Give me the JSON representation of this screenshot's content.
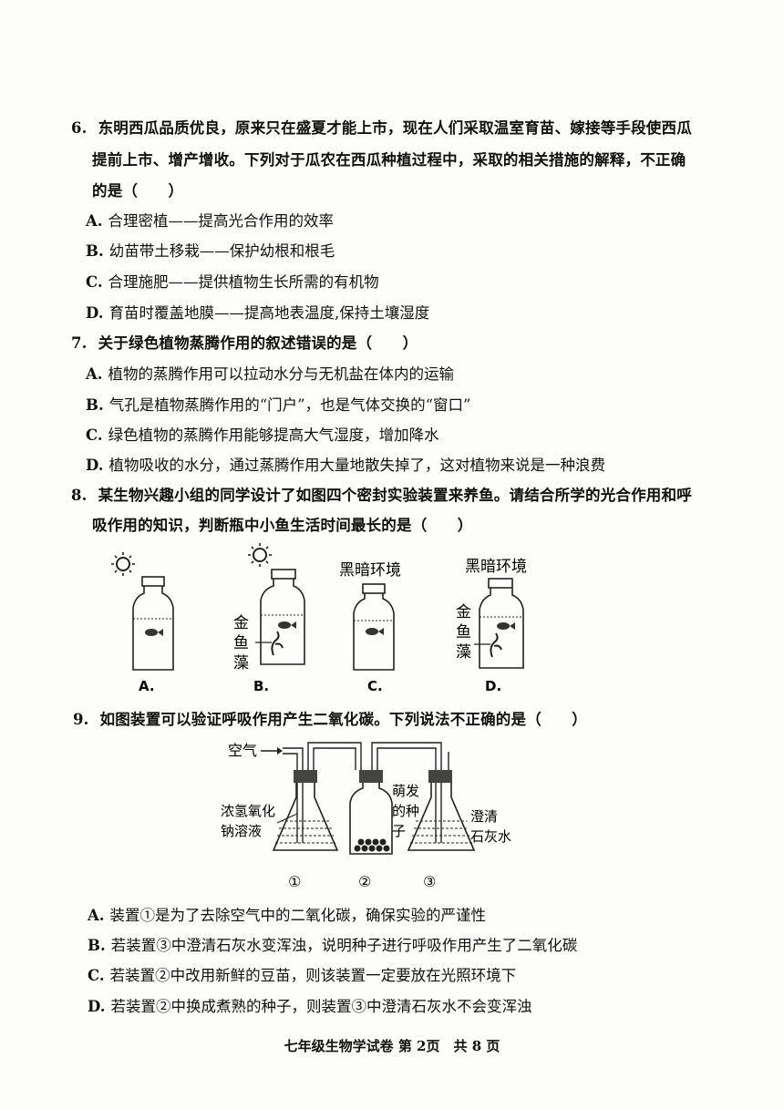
{
  "questions": [
    {
      "number": "6.",
      "lines": [
        "东明西瓜品质优良，原来只在盛夏才能上市，现在人们采取温室育苗、嫁接等手段使西瓜",
        "提前上市、增产增收。下列对于瓜农在西瓜种植过程中，采取的相关措施的解释，不正确",
        "的是（　　）"
      ],
      "options": [
        {
          "letter": "A.",
          "text": "合理密植——提高光合作用的效率"
        },
        {
          "letter": "B.",
          "text": "幼苗带土移栽——保护幼根和根毛"
        },
        {
          "letter": "C.",
          "text": "合理施肥——提供植物生长所需的有机物"
        },
        {
          "letter": "D.",
          "text": "育苗时覆盖地膜——提高地表温度,保持土壤湿度"
        }
      ]
    },
    {
      "number": "7.",
      "lines": [
        "关于绿色植物蒸腾作用的叙述错误的是（　　）"
      ],
      "options": [
        {
          "letter": "A.",
          "text": "植物的蒸腾作用可以拉动水分与无机盐在体内的运输"
        },
        {
          "letter": "B.",
          "text": "气孔是植物蒸腾作用的“门户”，也是气体交换的“窗口”"
        },
        {
          "letter": "C.",
          "text": "绿色植物的蒸腾作用能够提高大气湿度，增加降水"
        },
        {
          "letter": "D.",
          "text": "植物吸收的水分，通过蒸腾作用大量地散失掉了，这对植物来说是一种浪费"
        }
      ]
    },
    {
      "number": "8.",
      "lines": [
        "某生物兴趣小组的同学设计了如图四个密封实验装置来养鱼。请结合所学的光合作用和呼",
        "吸作用的知识，判断瓶中小鱼生活时间最长的是（　　）"
      ],
      "figure": {
        "dark_label": "黑暗环境",
        "plant_label": [
          "金",
          "鱼",
          "藻"
        ],
        "bottle_labels": [
          "A.",
          "B.",
          "C.",
          "D."
        ]
      }
    },
    {
      "number": "9.",
      "lines": [
        "如图装置可以验证呼吸作用产生二氧化碳。下列说法不正确的是（　　）"
      ],
      "figure": {
        "air_label": "空气",
        "flask1_label": [
          "浓氢氧化",
          "钠溶液"
        ],
        "bottle2_label": [
          "萌发",
          "的种",
          "子"
        ],
        "flask3_label": [
          "澄清",
          "石灰水"
        ],
        "device_numbers": [
          "①",
          "②",
          "③"
        ]
      },
      "options": [
        {
          "letter": "A.",
          "text": "装置①是为了去除空气中的二氧化碳，确保实验的严谨性"
        },
        {
          "letter": "B.",
          "text": "若装置③中澄清石灰水变浑浊，说明种子进行呼吸作用产生了二氧化碳"
        },
        {
          "letter": "C.",
          "text": "若装置②中改用新鲜的豆苗，则该装置一定要放在光照环境下"
        },
        {
          "letter": "D.",
          "text": "若装置②中换成煮熟的种子，则装置③中澄清石灰水不会变浑浊"
        }
      ]
    }
  ],
  "footer": "七年级生物学试卷 第 2页　共 8 页"
}
